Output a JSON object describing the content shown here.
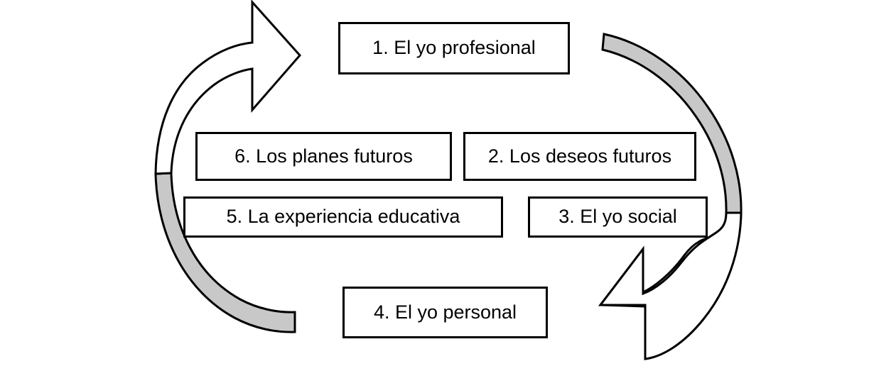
{
  "diagram": {
    "type": "cyclical-process",
    "title": "",
    "background_color": "#ffffff",
    "stroke_color": "#000000",
    "arrow_fill_white": "#ffffff",
    "arrow_fill_gray": "#c8c8c8",
    "nodes": [
      {
        "id": "1",
        "label": "1. El yo profesional",
        "position": "top"
      },
      {
        "id": "2",
        "label": "2. Los deseos futuros",
        "position": "upper-right"
      },
      {
        "id": "3",
        "label": "3. El yo social",
        "position": "middle-right"
      },
      {
        "id": "4",
        "label": "4. El yo personal",
        "position": "bottom"
      },
      {
        "id": "5",
        "label": "5. La experiencia educativa",
        "position": "middle-left"
      },
      {
        "id": "6",
        "label": "6. Los planes futuros",
        "position": "upper-left"
      }
    ],
    "arrows": [
      {
        "id": "left-arrow",
        "name": "ascending-cycle-arrow",
        "direction": "upward",
        "head_position": "top-left",
        "head_fill": "#ffffff",
        "tail_fill": "#c8c8c8"
      },
      {
        "id": "right-arrow",
        "name": "descending-cycle-arrow",
        "direction": "downward",
        "head_position": "bottom-right",
        "head_fill": "#ffffff",
        "tail_fill": "#c8c8c8"
      }
    ]
  }
}
